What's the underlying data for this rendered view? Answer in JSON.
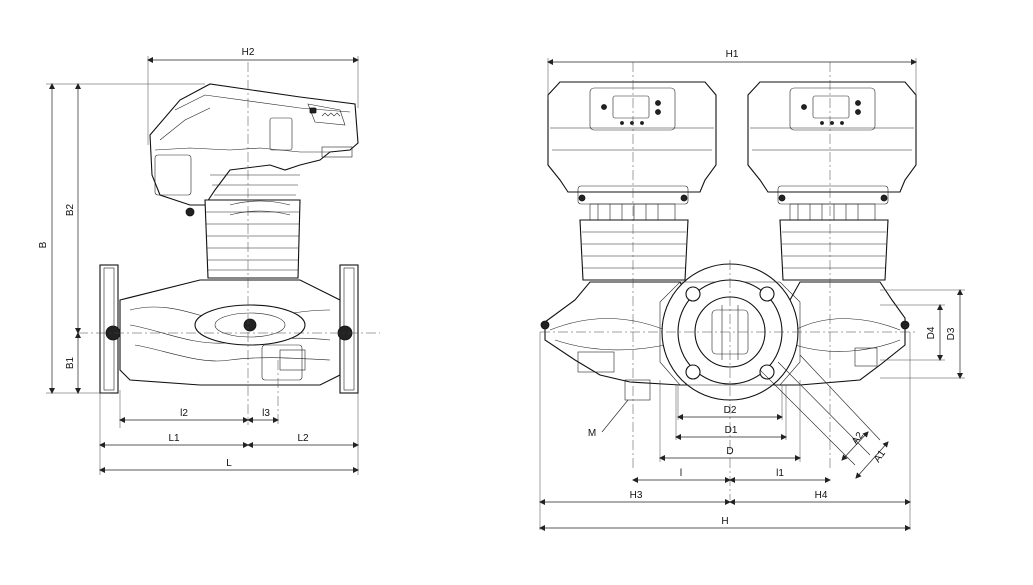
{
  "side_view": {
    "labels": {
      "H2": "H2",
      "B": "B",
      "B2": "B2",
      "B1": "B1",
      "l2": "l2",
      "l3": "l3",
      "L1": "L1",
      "L2": "L2",
      "L": "L"
    }
  },
  "front_view": {
    "labels": {
      "H1": "H1",
      "D4": "D4",
      "D3": "D3",
      "D2": "D2",
      "D1": "D1",
      "D": "D",
      "l": "l",
      "l1": "l1",
      "A2": "A2",
      "A1": "A1",
      "M": "M",
      "H3": "H3",
      "H4": "H4",
      "H": "H"
    }
  }
}
